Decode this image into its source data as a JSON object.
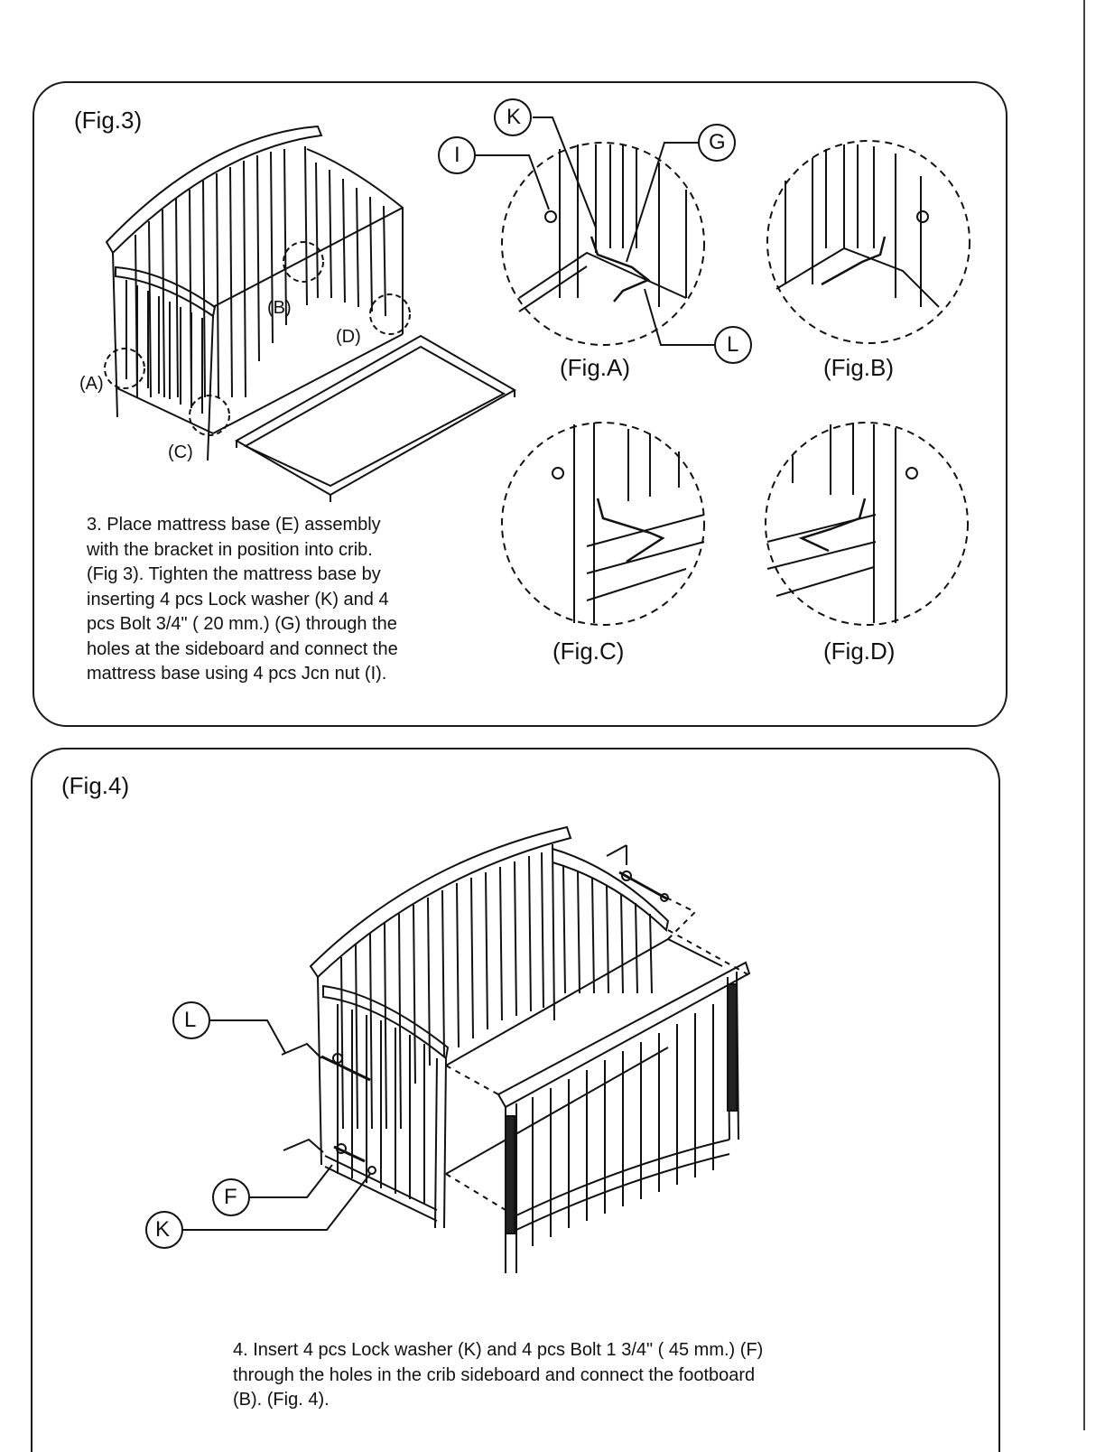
{
  "figure3": {
    "title": "(Fig.3)",
    "marks": {
      "a": "(A)",
      "b": "(B)",
      "c": "(C)",
      "d": "(D)"
    },
    "callouts": {
      "k": "K",
      "i": "I",
      "g": "G",
      "l": "L"
    },
    "captions": {
      "fig_a": "(Fig.A)",
      "fig_b": "(Fig.B)",
      "fig_c": "(Fig.C)",
      "fig_d": "(Fig.D)"
    },
    "instruction": "3. Place mattress base (E) assembly\nwith the bracket in position into crib.\n(Fig 3). Tighten the mattress base by\ninserting 4 pcs Lock washer (K) and 4\npcs Bolt 3/4\" ( 20 mm.) (G) through the\nholes at the sideboard and connect the\nmattress base using 4 pcs Jcn nut (I)."
  },
  "figure4": {
    "title": "(Fig.4)",
    "callouts": {
      "l": "L",
      "f": "F",
      "k": "K"
    },
    "instruction": "4. Insert 4 pcs Lock washer (K) and 4 pcs Bolt 1 3/4\" (  45 mm.) (F)\nthrough the holes in the crib sideboard and connect the footboard\n(B). (Fig. 4)."
  }
}
